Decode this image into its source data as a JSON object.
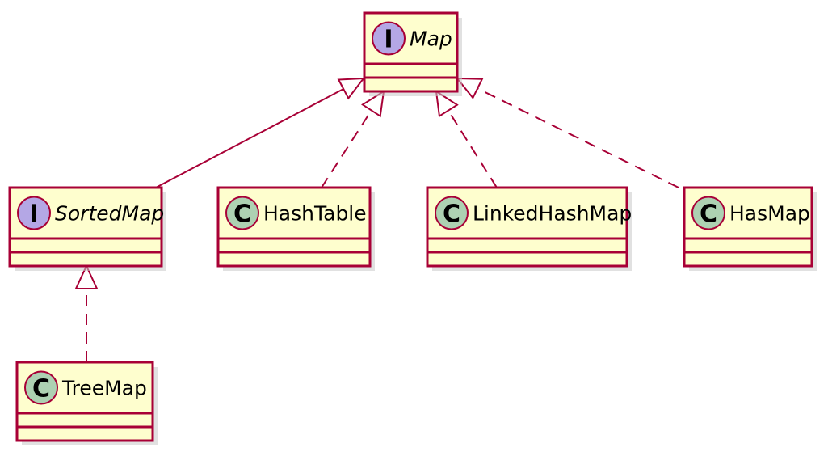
{
  "diagram": {
    "nodes": [
      {
        "id": "map",
        "kind": "interface",
        "stereotype_letter": "I",
        "name": "Map"
      },
      {
        "id": "sortedmap",
        "kind": "interface",
        "stereotype_letter": "I",
        "name": "SortedMap"
      },
      {
        "id": "hashtable",
        "kind": "class",
        "stereotype_letter": "C",
        "name": "HashTable"
      },
      {
        "id": "linkedhashmap",
        "kind": "class",
        "stereotype_letter": "C",
        "name": "LinkedHashMap"
      },
      {
        "id": "hasmap",
        "kind": "class",
        "stereotype_letter": "C",
        "name": "HasMap"
      },
      {
        "id": "treemap",
        "kind": "class",
        "stereotype_letter": "C",
        "name": "TreeMap"
      }
    ],
    "edges": [
      {
        "from": "sortedmap",
        "to": "map",
        "relation": "extends",
        "style": "solid"
      },
      {
        "from": "hashtable",
        "to": "map",
        "relation": "implements",
        "style": "dashed"
      },
      {
        "from": "linkedhashmap",
        "to": "map",
        "relation": "implements",
        "style": "dashed"
      },
      {
        "from": "hasmap",
        "to": "map",
        "relation": "implements",
        "style": "dashed"
      },
      {
        "from": "treemap",
        "to": "sortedmap",
        "relation": "implements",
        "style": "dashed"
      }
    ],
    "colors": {
      "box_fill": "#FEFECE",
      "border": "#A80036",
      "interface_badge": "#B4A7E5",
      "class_badge": "#ADD1B2"
    }
  }
}
